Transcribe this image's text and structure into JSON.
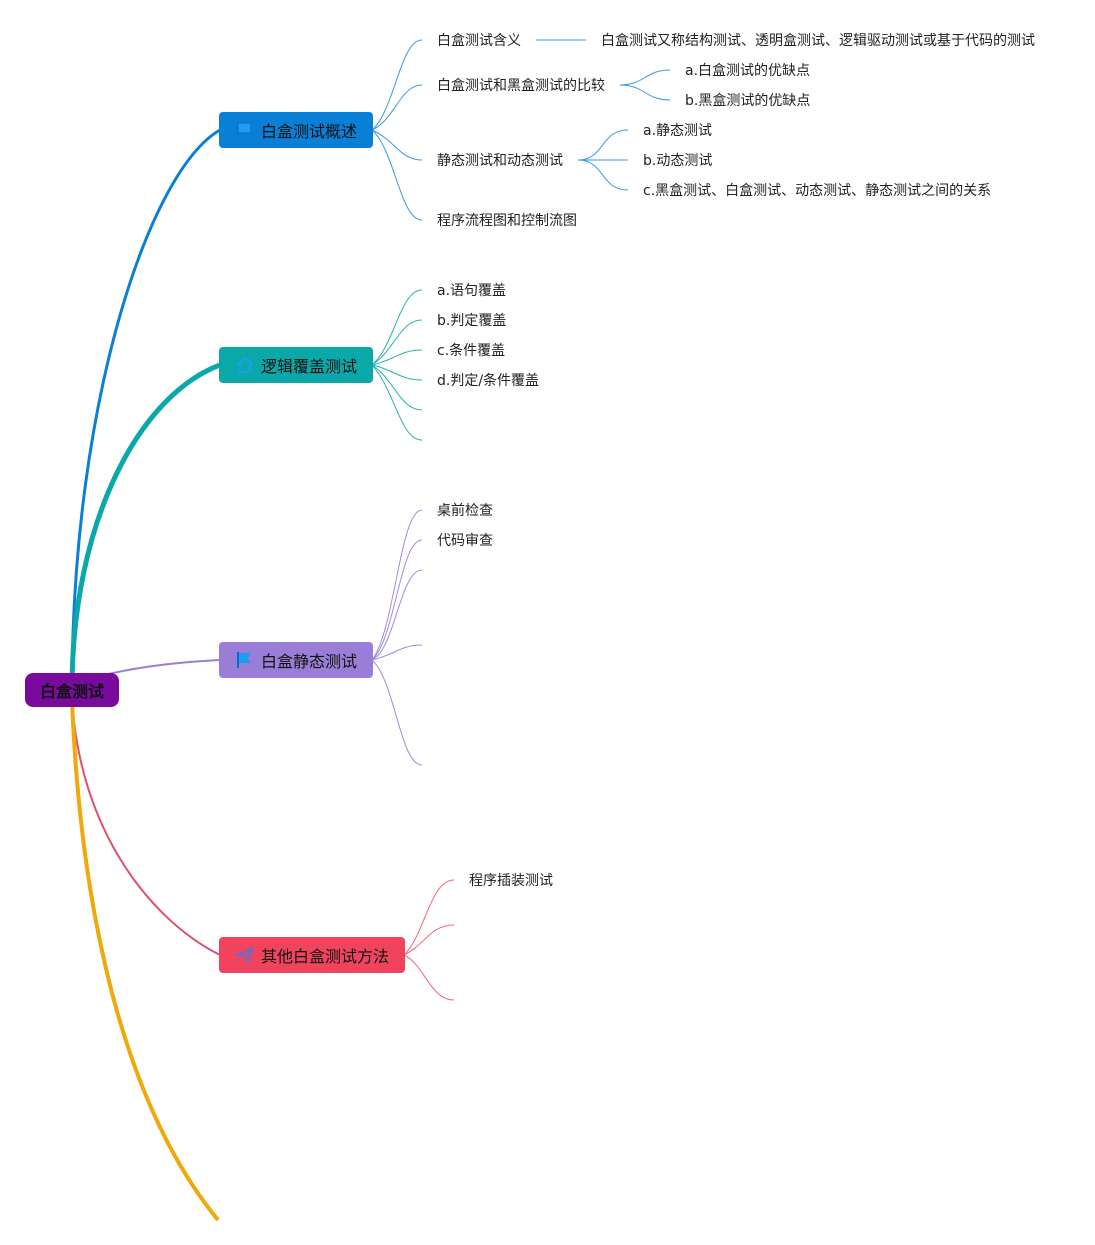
{
  "root": {
    "label": "白盒测试"
  },
  "colors": {
    "root": "#7a0a9e",
    "overview": "#0a7fd6",
    "logic": "#0aa8a8",
    "static": "#9a7dd6",
    "other": "#f0445e",
    "extra": "#f0a80a",
    "sub_overview": "#3a9ad6",
    "sub_logic": "#27b3b0",
    "sub_static": "#a48ad8",
    "sub_other": "#f06878"
  },
  "branches": {
    "overview": {
      "label": "白盒测试概述",
      "icon": "flag-icon",
      "children": {
        "c1": "白盒测试含义",
        "c1_detail": "白盒测试又称结构测试、透明盒测试、逻辑驱动测试或基于代码的测试",
        "c2": "白盒测试和黑盒测试的比较",
        "c2_a": "a.白盒测试的优缺点",
        "c2_b": "b.黑盒测试的优缺点",
        "c3": "静态测试和动态测试",
        "c3_a": "a.静态测试",
        "c3_b": "b.动态测试",
        "c3_c": "c.黑盒测试、白盒测试、动态测试、静态测试之间的关系",
        "c4": "程序流程图和控制流图"
      }
    },
    "logic": {
      "label": "逻辑覆盖测试",
      "icon": "house-icon",
      "children": {
        "a": "a.语句覆盖",
        "b": "b.判定覆盖",
        "c": "c.条件覆盖",
        "d": "d.判定/条件覆盖"
      }
    },
    "static": {
      "label": "白盒静态测试",
      "icon": "flag-icon",
      "children": {
        "a": "桌前检查",
        "b": "代码审查"
      }
    },
    "other": {
      "label": "其他白盒测试方法",
      "icon": "plane-icon",
      "children": {
        "a": "程序插装测试"
      }
    }
  }
}
